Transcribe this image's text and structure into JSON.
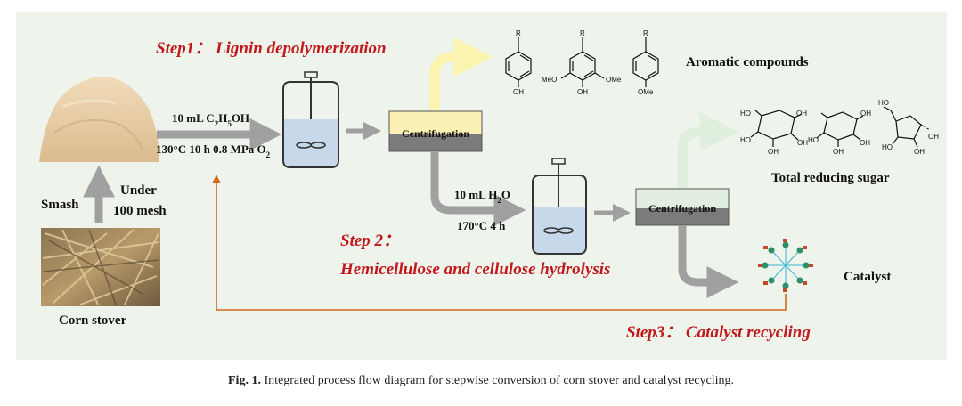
{
  "steps": {
    "step1": "Step1：  Lignin depolymerization",
    "step2a": "Step 2：",
    "step2b": "Hemicellulose and cellulose hydrolysis",
    "step3": "Step3：  Catalyst recycling"
  },
  "conditions": {
    "step1_solvent": "10 mL C2H5OH",
    "step1_conditions": "130°C 10 h 0.8 MPa O2",
    "step2_solvent": "10 mL H2O",
    "step2_conditions": "170°C 4 h"
  },
  "labels": {
    "smash": "Smash",
    "mesh_line1": "Under",
    "mesh_line2": "100 mesh",
    "corn_stover": "Corn stover",
    "centrifugation": "Centrifugation",
    "aromatic": "Aromatic compounds",
    "sugar": "Total reducing sugar",
    "catalyst": "Catalyst"
  },
  "chem_labels": {
    "r": "R",
    "oh": "OH",
    "meo": "MeO",
    "ome": "OMe",
    "ho": "HO"
  },
  "caption": {
    "label": "Fig. 1.",
    "text": "Integrated process flow diagram for stepwise conversion of corn stover and catalyst recycling."
  },
  "colors": {
    "background": "#eef3ec",
    "step_red": "#c0191b",
    "recycle_orange": "#d2691e",
    "arrow_gray": "#a0a0a0",
    "yellow_arrow": "#fbf3b0",
    "green_arrow": "#dfeedd"
  }
}
